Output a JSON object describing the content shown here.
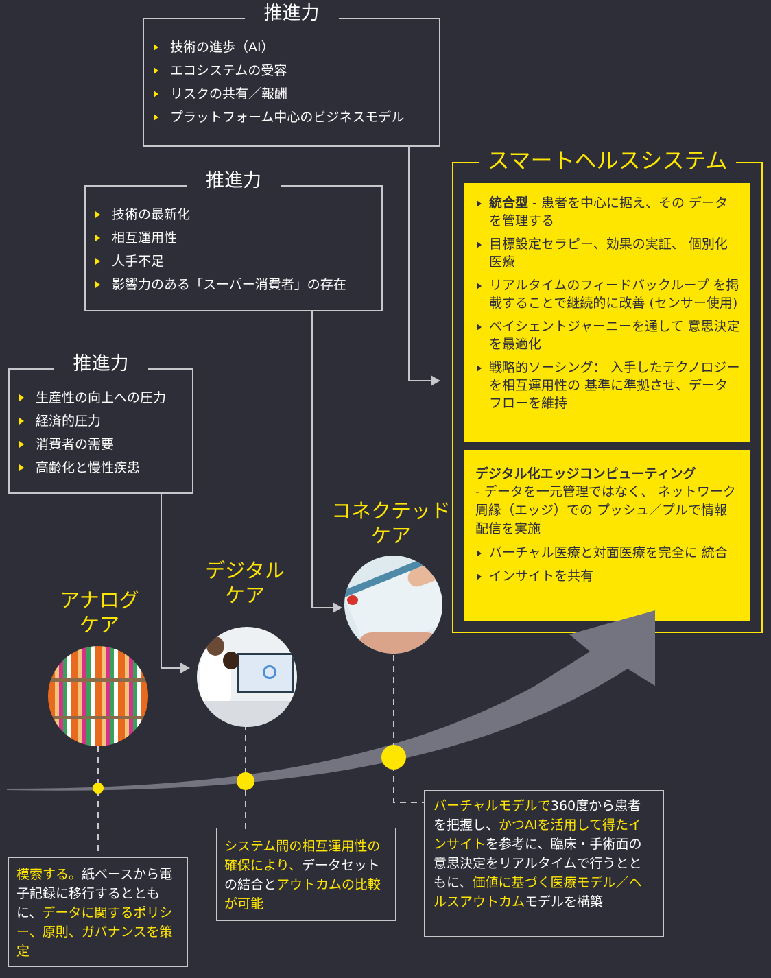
{
  "colors": {
    "background": "#2e2e38",
    "accent": "#ffe600",
    "arrow": "#747480",
    "line": "#c8c8cc"
  },
  "drivers": [
    {
      "title": "推進力",
      "items": [
        "技術の進歩（AI）",
        "エコシステムの受容",
        "リスクの共有／報酬",
        "プラットフォーム中心のビジネスモデル"
      ]
    },
    {
      "title": "推進力",
      "items": [
        "技術の最新化",
        "相互運用性",
        "人手不足",
        "影響力のある「スーパー消費者」の存在"
      ]
    },
    {
      "title": "推進力",
      "items": [
        "生産性の向上への圧力",
        "経済的圧力",
        "消費者の需要",
        "高齢化と慢性疾患"
      ]
    }
  ],
  "stages": [
    {
      "label_line1": "アナログ",
      "label_line2": "ケア",
      "image": "paper-medical-records-shelves"
    },
    {
      "label_line1": "デジタル",
      "label_line2": "ケア",
      "image": "doctors-with-monitor"
    },
    {
      "label_line1": "コネクテッド",
      "label_line2": "ケア",
      "image": "tablet-medical-record"
    }
  ],
  "smart_health": {
    "title": "スマートヘルスシステム",
    "panel1": [
      {
        "bold": "統合型",
        "text": " - 患者を中心に据え、その データを管理する"
      },
      {
        "bold": "",
        "text": "目標設定セラピー、効果の実証、 個別化医療"
      },
      {
        "bold": "",
        "text": "リアルタイムのフィードバックループ を掲載することで継続的に改善 (センサー使用)"
      },
      {
        "bold": "",
        "text": "ペイシェントジャーニーを通して 意思決定を最適化"
      },
      {
        "bold": "",
        "text": "戦略的ソーシング： 入手したテクノロジーを相互運用性の 基準に準拠させ、データフローを維持"
      }
    ],
    "panel2": {
      "heading": "デジタル化エッジコンピューティング",
      "subtext": " - データを一元管理ではなく、 ネットワーク周縁（エッジ）での プッシュ／プルで情報配信を実施",
      "items": [
        "バーチャル医療と対面医療を完全に 統合",
        "インサイトを共有"
      ]
    }
  },
  "descriptions": [
    [
      {
        "t": "模索する。",
        "h": true
      },
      {
        "t": "紙ベースから電子記録に移行するとともに、",
        "h": false
      },
      {
        "t": "データに関するポリシー、原則、ガバナンスを策定",
        "h": true
      }
    ],
    [
      {
        "t": "システム間の相互運用性の確保により、",
        "h": true
      },
      {
        "t": "データセットの結合と",
        "h": false
      },
      {
        "t": "アウトカムの比較が可能",
        "h": true
      }
    ],
    [
      {
        "t": "バーチャルモデルで",
        "h": true
      },
      {
        "t": "360度から患者を把握し、",
        "h": false
      },
      {
        "t": "かつAIを活用して得たインサイト",
        "h": true
      },
      {
        "t": "を参考に、臨床・手術面の意思決定をリアルタイムで行うとともに、",
        "h": false
      },
      {
        "t": "価値に基づく医療モデル／ヘルスアウトカム",
        "h": true
      },
      {
        "t": "モデルを構築",
        "h": false
      }
    ]
  ]
}
